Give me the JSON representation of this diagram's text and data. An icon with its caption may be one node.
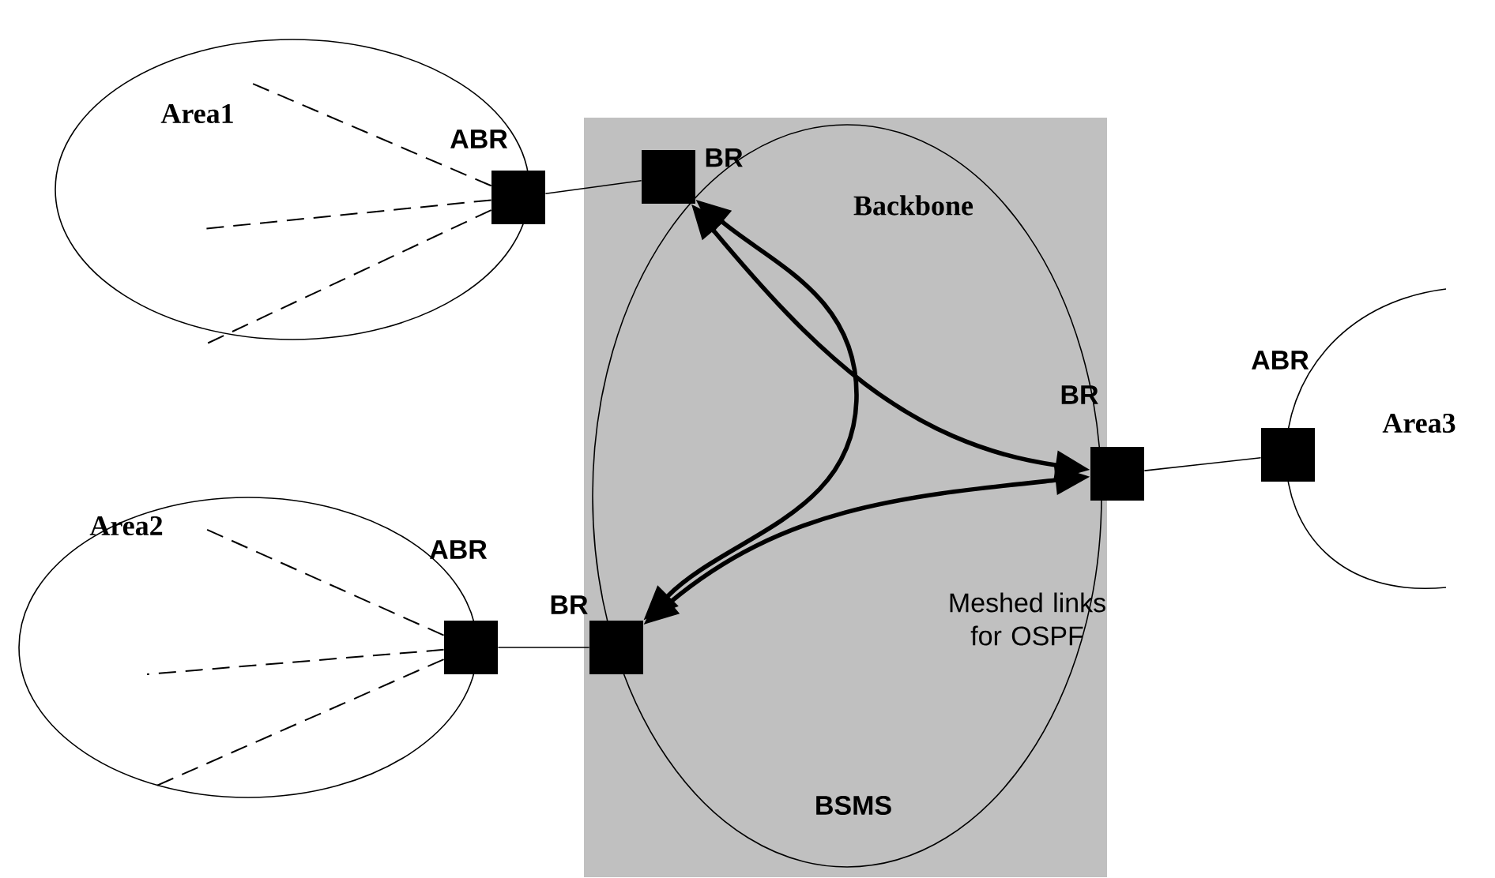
{
  "diagram": {
    "nodes": [
      {
        "text": [],
        "shape": "box"
      },
      {
        "text": [
          "Backbone",
          "BSMS"
        ],
        "in": 0
      },
      {
        "text": [
          "Area1"
        ]
      },
      {
        "text": [
          "Area2"
        ]
      },
      {
        "text": [
          "Area3"
        ]
      },
      {
        "text": [],
        "shape": "box"
      },
      {
        "text": [],
        "shape": "box",
        "in": 1,
        "beside": [
          "BR"
        ]
      },
      {
        "text": [],
        "shape": "box"
      },
      {
        "text": [],
        "shape": "box"
      },
      {
        "text": [],
        "shape": "box"
      },
      {
        "text": [],
        "shape": "box",
        "in": 1
      }
    ],
    "edges": [
      {
        "from": 5,
        "to": 6,
        "arrow": "none"
      },
      {
        "from": 9,
        "to": 10,
        "arrow": "none"
      },
      {
        "from": 7,
        "to": 8,
        "arrow": "none"
      },
      {
        "from": 6,
        "to": 7,
        "arrow": "both",
        "style": "thick"
      },
      {
        "from": 6,
        "to": 10,
        "arrow": "both",
        "style": "thick"
      },
      {
        "from": 10,
        "to": 7,
        "arrow": "both",
        "style": "thick"
      },
      {
        "from": 5,
        "to": 2,
        "arrow": "none",
        "style": "dashed"
      },
      {
        "from": 5,
        "to": 2,
        "arrow": "none",
        "style": "dashed"
      },
      {
        "from": 5,
        "to": 2,
        "arrow": "none",
        "style": "dashed"
      },
      {
        "from": 9,
        "to": 3,
        "arrow": "none",
        "style": "dashed"
      },
      {
        "from": 9,
        "to": 3,
        "arrow": "none",
        "style": "dashed"
      },
      {
        "from": 9,
        "to": 3,
        "arrow": "none",
        "style": "dashed"
      }
    ],
    "labels": [
      "ABR",
      "ABR",
      "BR",
      "ABR",
      "BR",
      "Meshed links for OSPF"
    ]
  }
}
